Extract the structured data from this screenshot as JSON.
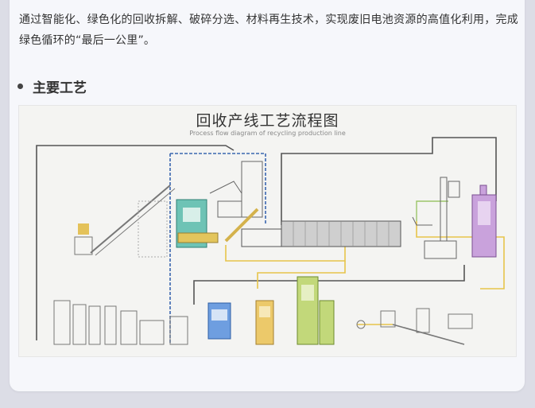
{
  "intro_text": "通过智能化、绿色化的回收拆解、破碎分选、材料再生技术，实现废旧电池资源的高值化利用，完成绿色循环的“最后一公里”。",
  "section": {
    "title": "主要工艺"
  },
  "diagram": {
    "title": "回收产线工艺流程图",
    "subtitle": "Process flow diagram of recycling production line"
  },
  "colors": {
    "card_bg": "#f6f7fb",
    "text": "#333333",
    "pipe_dark": "#555555",
    "pipe_yellow": "#e6c44a",
    "pipe_blue": "#3a66b0",
    "teal_unit": "#4fb3a5",
    "yellow_unit": "#e8c15a",
    "green_unit": "#b6cf6a",
    "blue_unit": "#5b8fd6",
    "purple_unit": "#b98fcf"
  }
}
